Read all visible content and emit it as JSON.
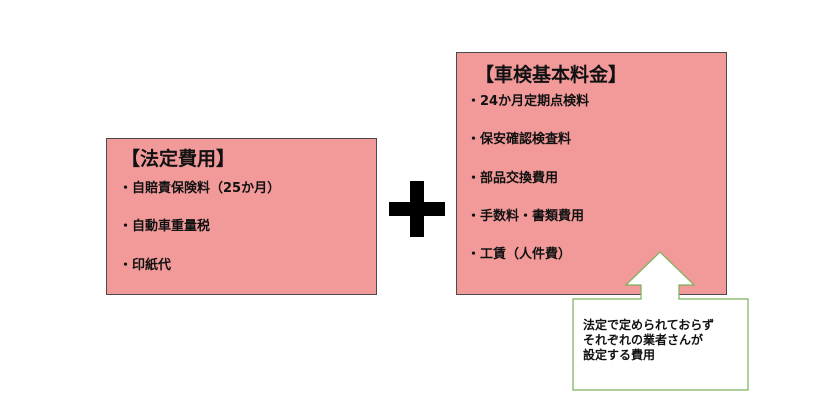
{
  "colors": {
    "box_fill": "#f19a99",
    "box_border": "#4a4a4a",
    "plus": "#000000",
    "callout_border": "#7ab05a"
  },
  "legal_fees": {
    "title": "【法定費用】",
    "items": [
      "・自賠責保険料（25か月）",
      "・自動車重量税",
      "・印紙代"
    ]
  },
  "inspection_basic_fees": {
    "title": "【車検基本料金】",
    "items": [
      "・24か月定期点検料",
      "・保安確認検査料",
      "・部品交換費用",
      "・手数料・書類費用",
      "・工賃（人件費）"
    ]
  },
  "operator_icon": "plus-icon",
  "callout": {
    "text": "法定で定められておらず\nそれぞれの業者さんが\n設定する費用"
  }
}
